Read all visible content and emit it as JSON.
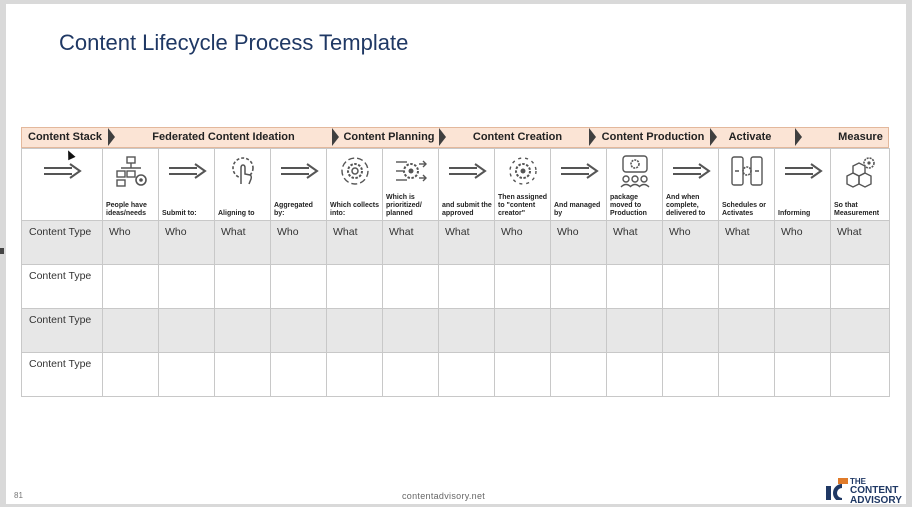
{
  "title": "Content Lifecycle Process Template",
  "phases": [
    {
      "label": "Content Stack"
    },
    {
      "label": "Federated Content Ideation"
    },
    {
      "label": "Content Planning"
    },
    {
      "label": "Content Creation"
    },
    {
      "label": "Content Production"
    },
    {
      "label": "Activate"
    },
    {
      "label": ""
    },
    {
      "label": "Measure"
    }
  ],
  "steps": [
    {
      "icon": "right-arrow-icon",
      "caption": ""
    },
    {
      "icon": "org-chart-gear-icon",
      "caption": "People have ideas/needs"
    },
    {
      "icon": "right-arrow-icon",
      "caption": "Submit to:"
    },
    {
      "icon": "hand-gear-icon",
      "caption": "Aligning to"
    },
    {
      "icon": "right-arrow-icon",
      "caption": "Aggregated by:"
    },
    {
      "icon": "gear-cycle-icon",
      "caption": "Which collects into:"
    },
    {
      "icon": "gear-arrows-icon",
      "caption": "Which is prioritized/ planned"
    },
    {
      "icon": "right-arrow-icon",
      "caption": "and submit the approved"
    },
    {
      "icon": "gear-cycle-icon",
      "caption": "Then assigned to \"content creator\""
    },
    {
      "icon": "right-arrow-icon",
      "caption": "And managed by"
    },
    {
      "icon": "team-gear-icon",
      "caption": "package moved to Production"
    },
    {
      "icon": "right-arrow-icon",
      "caption": "And when complete, delivered to"
    },
    {
      "icon": "devices-gear-icon",
      "caption": "Schedules or Activates"
    },
    {
      "icon": "right-arrow-icon",
      "caption": "Informing"
    },
    {
      "icon": "boxes-gear-icon",
      "caption": "So that Measurement"
    }
  ],
  "rows": [
    {
      "label": "Content Type",
      "cells": [
        "Who",
        "Who",
        "What",
        "Who",
        "What",
        "What",
        "What",
        "Who",
        "Who",
        "What",
        "Who",
        "What",
        "Who",
        "What"
      ]
    },
    {
      "label": "Content Type",
      "cells": [
        "",
        "",
        "",
        "",
        "",
        "",
        "",
        "",
        "",
        "",
        "",
        "",
        "",
        ""
      ]
    },
    {
      "label": "Content Type",
      "cells": [
        "",
        "",
        "",
        "",
        "",
        "",
        "",
        "",
        "",
        "",
        "",
        "",
        "",
        ""
      ]
    },
    {
      "label": "Content Type",
      "cells": [
        "",
        "",
        "",
        "",
        "",
        "",
        "",
        "",
        "",
        "",
        "",
        "",
        "",
        ""
      ]
    }
  ],
  "footer": {
    "page_number": "81",
    "url": "contentadvisory.net",
    "logo_line1": "THE",
    "logo_line2": "CONTENT",
    "logo_line3": "ADVISORY"
  }
}
